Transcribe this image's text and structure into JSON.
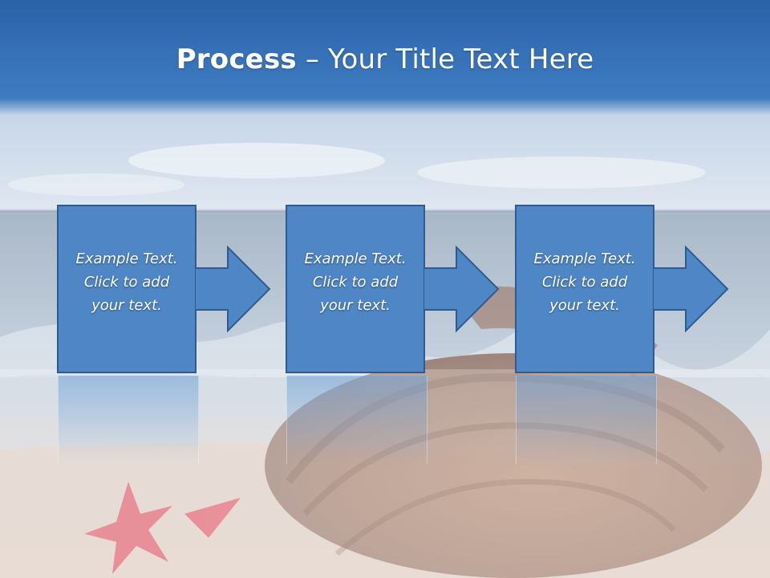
{
  "slide": {
    "title_bold": "Process",
    "title_rest": " – Your Title Text Here"
  },
  "steps": [
    {
      "line1": "Example Text.",
      "line2": "Click  to add",
      "line3": "your text."
    },
    {
      "line1": "Example Text.",
      "line2": "Click  to add",
      "line3": "your text."
    },
    {
      "line1": "Example Text.",
      "line2": "Click  to add",
      "line3": "your text."
    }
  ],
  "colors": {
    "box_fill": "#4f86c6",
    "box_stroke": "#2f5b8f",
    "header_top": "#2e67ad",
    "sky": "#d8e3ef",
    "sea": "#b9c7d6",
    "sand": "#d9c7b4",
    "shell": "#a9806a",
    "starfish": "#e05a6a"
  },
  "icons": [
    "seashell-illustration",
    "starfish-illustration",
    "right-arrow-icon"
  ]
}
